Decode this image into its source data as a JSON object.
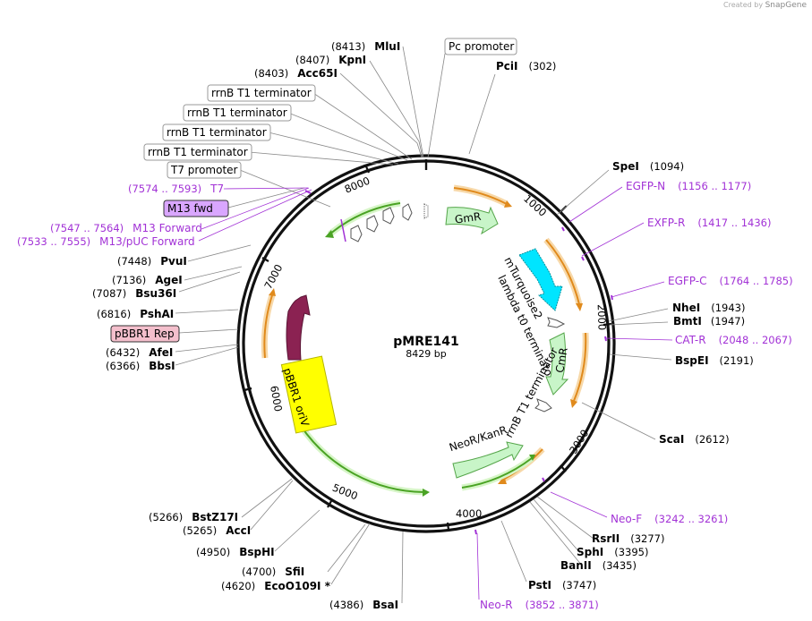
{
  "credit": {
    "prefix": "Created by",
    "brand": "SnapGene"
  },
  "plasmid": {
    "name": "pMRE141",
    "size_label": "8429 bp",
    "length": 8429
  },
  "ticks": [
    {
      "bp": 1000,
      "label": "1000"
    },
    {
      "bp": 2000,
      "label": "2000"
    },
    {
      "bp": 3000,
      "label": "3000"
    },
    {
      "bp": 4000,
      "label": "4000"
    },
    {
      "bp": 5000,
      "label": "5000"
    },
    {
      "bp": 6000,
      "label": "6000"
    },
    {
      "bp": 7000,
      "label": "7000"
    },
    {
      "bp": 8000,
      "label": "8000"
    }
  ],
  "enzymes": [
    {
      "name": "MluI",
      "pos": "(8413)",
      "side": "left"
    },
    {
      "name": "KpnI",
      "pos": "(8407)",
      "side": "left"
    },
    {
      "name": "Acc65I",
      "pos": "(8403)",
      "side": "left"
    },
    {
      "name": "PciI",
      "pos": "(302)",
      "side": "right"
    },
    {
      "name": "SpeI",
      "pos": "(1094)",
      "side": "right"
    },
    {
      "name": "NheI",
      "pos": "(1943)",
      "side": "right"
    },
    {
      "name": "BmtI",
      "pos": "(1947)",
      "side": "right"
    },
    {
      "name": "BspEI",
      "pos": "(2191)",
      "side": "right"
    },
    {
      "name": "ScaI",
      "pos": "(2612)",
      "side": "right"
    },
    {
      "name": "RsrII",
      "pos": "(3277)",
      "side": "right"
    },
    {
      "name": "SphI",
      "pos": "(3395)",
      "side": "right"
    },
    {
      "name": "BanII",
      "pos": "(3435)",
      "side": "right"
    },
    {
      "name": "PstI",
      "pos": "(3747)",
      "side": "right"
    },
    {
      "name": "BsaI",
      "pos": "(4386)",
      "side": "left"
    },
    {
      "name": "EcoO109I *",
      "pos": "(4620)",
      "side": "left"
    },
    {
      "name": "SfiI",
      "pos": "(4700)",
      "side": "left"
    },
    {
      "name": "BspHI",
      "pos": "(4950)",
      "side": "left"
    },
    {
      "name": "AccI",
      "pos": "(5265)",
      "side": "left"
    },
    {
      "name": "BstZ17I",
      "pos": "(5266)",
      "side": "left"
    },
    {
      "name": "BbsI",
      "pos": "(6366)",
      "side": "left"
    },
    {
      "name": "AfeI",
      "pos": "(6432)",
      "side": "left"
    },
    {
      "name": "PshAI",
      "pos": "(6816)",
      "side": "left"
    },
    {
      "name": "Bsu36I",
      "pos": "(7087)",
      "side": "left"
    },
    {
      "name": "AgeI",
      "pos": "(7136)",
      "side": "left"
    },
    {
      "name": "PvuI",
      "pos": "(7448)",
      "side": "left"
    }
  ],
  "primers": [
    {
      "name": "EGFP-N",
      "range": "(1156 .. 1177)",
      "side": "right"
    },
    {
      "name": "EXFP-R",
      "range": "(1417 .. 1436)",
      "side": "right"
    },
    {
      "name": "EGFP-C",
      "range": "(1764 .. 1785)",
      "side": "right"
    },
    {
      "name": "CAT-R",
      "range": "(2048 .. 2067)",
      "side": "right"
    },
    {
      "name": "Neo-F",
      "range": "(3242 .. 3261)",
      "side": "right"
    },
    {
      "name": "Neo-R",
      "range": "(3852 .. 3871)",
      "side": "right"
    },
    {
      "name": "T7",
      "range": "(7574 .. 7593)",
      "side": "left"
    },
    {
      "name": "M13 Forward",
      "range": "(7547 .. 7564)",
      "side": "left"
    },
    {
      "name": "M13/pUC Forward",
      "range": "(7533 .. 7555)",
      "side": "left"
    }
  ],
  "boxed_labels": [
    {
      "name": "Pc promoter"
    },
    {
      "name": "rrnB T1 terminator"
    },
    {
      "name": "rrnB T1 terminator"
    },
    {
      "name": "rrnB T1 terminator"
    },
    {
      "name": "rrnB T1 terminator"
    },
    {
      "name": "T7 promoter"
    },
    {
      "name": "M13 fwd"
    },
    {
      "name": "pBBR1 Rep"
    }
  ],
  "features": [
    {
      "name": "GmR"
    },
    {
      "name": "mTurquoise2"
    },
    {
      "name": "lambda t0 terminator"
    },
    {
      "name": "CmR"
    },
    {
      "name": "rrnB T1 terminator"
    },
    {
      "name": "NeoR/KanR"
    },
    {
      "name": "pBBR1 oriV"
    }
  ],
  "colors": {
    "backbone": "#111111",
    "primer": "#a232d6",
    "orf_arrow": "#e89a2c",
    "orf_green": "#5db833",
    "feature_green": "#c8f5c8",
    "mTurquoise": "#00e5ff",
    "oriV": "#ffff00",
    "rep": "#8b2252",
    "m13_box": "#d9a6ff",
    "rep_box": "#f4bfcc"
  }
}
